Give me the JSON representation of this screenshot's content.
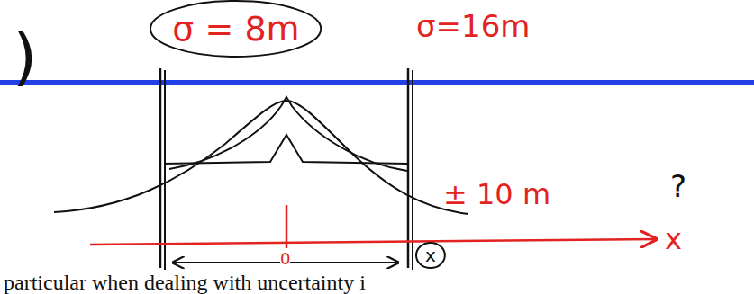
{
  "diagram": {
    "nodes": [
      {
        "text": [
          "σ = 8m"
        ]
      },
      {
        "text": [
          "x"
        ]
      }
    ],
    "labels": [
      "σ=16m",
      ")",
      "± 10 m",
      "?",
      "x",
      "0",
      "particular when dealing with uncertainty i"
    ]
  }
}
